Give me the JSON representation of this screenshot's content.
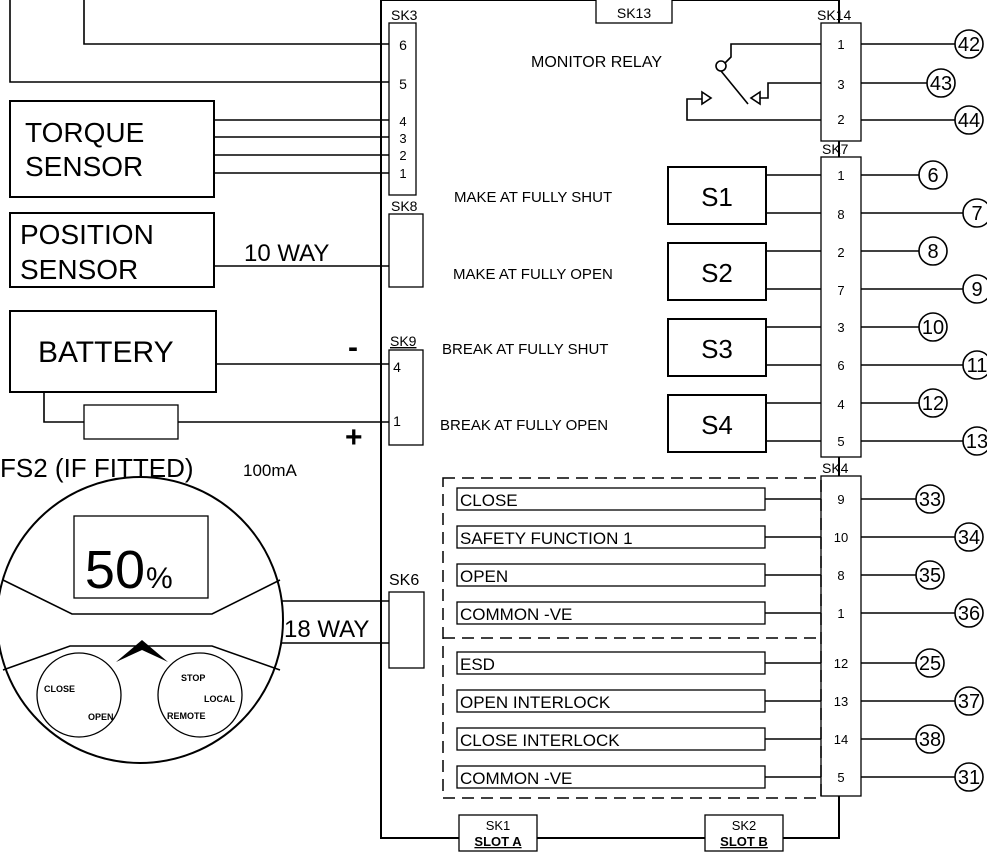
{
  "sockets": {
    "sk3": {
      "label": "SK3",
      "pins": [
        "6",
        "5",
        "4",
        "3",
        "2",
        "1"
      ]
    },
    "sk13": {
      "label": "SK13"
    },
    "sk14": {
      "label": "SK14",
      "pins": [
        "1",
        "3",
        "2"
      ]
    },
    "sk7": {
      "label": "SK7",
      "pins": [
        "1",
        "8",
        "2",
        "7",
        "3",
        "6",
        "4",
        "5"
      ]
    },
    "sk8": {
      "label": "SK8"
    },
    "sk9": {
      "label": "SK9",
      "pins": [
        "4",
        "1"
      ]
    },
    "sk6": {
      "label": "SK6"
    },
    "sk4": {
      "label": "SK4",
      "pins": [
        "9",
        "10",
        "8",
        "1",
        "12",
        "13",
        "14",
        "5"
      ]
    },
    "sk1": {
      "label": "SK1",
      "slot": "SLOT A"
    },
    "sk2": {
      "label": "SK2",
      "slot": "SLOT B"
    }
  },
  "components": {
    "torque_sensor": [
      "TORQUE",
      "SENSOR"
    ],
    "position_sensor": [
      "POSITION",
      "SENSOR"
    ],
    "battery": "BATTERY",
    "ten_way": "10 WAY",
    "eighteen_way": "18 WAY",
    "minus": "-",
    "plus": "+",
    "fuse_label": "FS2 (IF FITTED)",
    "fuse_rating": "100mA",
    "monitor_relay": "MONITOR RELAY"
  },
  "switches": [
    {
      "name": "S1",
      "label": "MAKE AT FULLY SHUT"
    },
    {
      "name": "S2",
      "label": "MAKE AT FULLY OPEN"
    },
    {
      "name": "S3",
      "label": "BREAK AT FULLY SHUT"
    },
    {
      "name": "S4",
      "label": "BREAK AT FULLY OPEN"
    }
  ],
  "inputs": [
    "CLOSE",
    "SAFETY FUNCTION 1",
    "OPEN",
    "COMMON -VE",
    "ESD",
    "OPEN INTERLOCK",
    "CLOSE INTERLOCK",
    "COMMON -VE"
  ],
  "terminals": {
    "relay": [
      "42",
      "43",
      "44"
    ],
    "switches": [
      "6",
      "7",
      "8",
      "9",
      "10",
      "11",
      "12",
      "13"
    ],
    "inputs": [
      "33",
      "34",
      "35",
      "36",
      "25",
      "37",
      "38",
      "31"
    ]
  },
  "display": {
    "value": "50",
    "unit": "%",
    "close": "CLOSE",
    "open": "OPEN",
    "stop": "STOP",
    "local": "LOCAL",
    "remote": "REMOTE"
  }
}
